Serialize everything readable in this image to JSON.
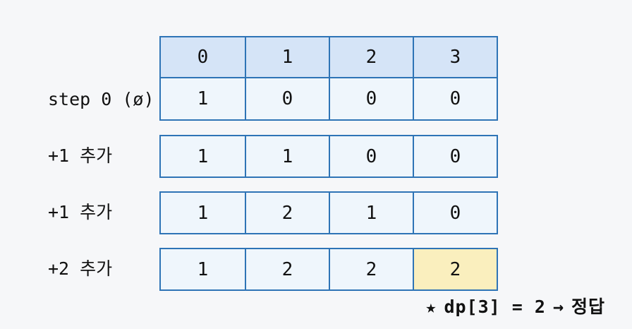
{
  "colors": {
    "bg": "#f6f7f9",
    "border": "#2e74b6",
    "header_fill": "#d5e4f7",
    "cell_fill": "#eff6fc",
    "highlight_fill": "#faefbe",
    "text": "#111111"
  },
  "table": {
    "header": [
      "0",
      "1",
      "2",
      "3"
    ],
    "rows": [
      {
        "label": "step 0 (ø)",
        "values": [
          "1",
          "0",
          "0",
          "0"
        ]
      },
      {
        "label": "+1 추가",
        "values": [
          "1",
          "1",
          "0",
          "0"
        ]
      },
      {
        "label": "+1 추가",
        "values": [
          "1",
          "2",
          "1",
          "0"
        ]
      },
      {
        "label": "+2 추가",
        "values": [
          "1",
          "2",
          "2",
          "2"
        ],
        "highlight_index": 3
      }
    ]
  },
  "footnote": {
    "star_icon": "★",
    "formula": "dp[3] = 2",
    "arrow_icon": "→",
    "answer": "정답"
  }
}
